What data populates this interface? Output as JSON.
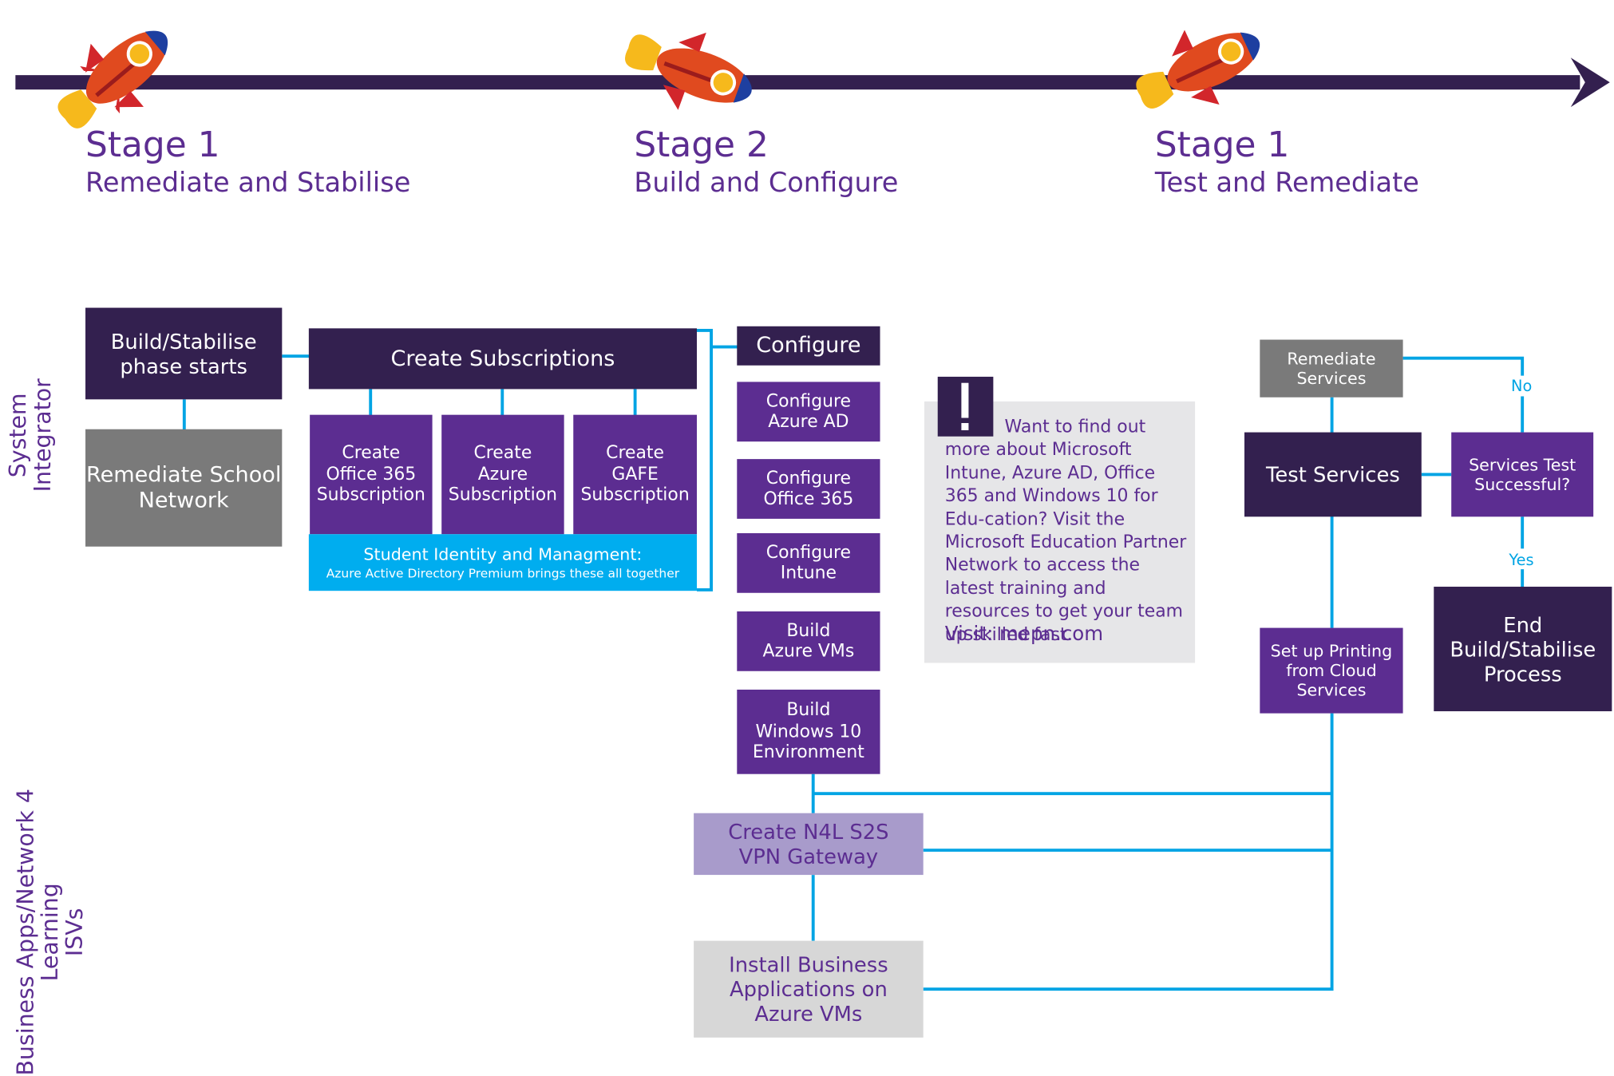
{
  "colors": {
    "dark_purple": "#33204f",
    "purple": "#5c2d91",
    "gray": "#7a7a7a",
    "lavender": "#a89bcb",
    "light_gray": "#d7d7d7",
    "cyan": "#00adef",
    "connector": "#00a4e4",
    "timeline": "#33204f"
  },
  "timeline": {
    "icon": "rocket-icon",
    "stages": [
      {
        "title": "Stage 1",
        "subtitle": "Remediate and Stabilise"
      },
      {
        "title": "Stage 2",
        "subtitle": "Build and Configure"
      },
      {
        "title": "Stage 1",
        "subtitle": "Test and Remediate"
      }
    ]
  },
  "lanes": {
    "system_integrator": "System\nIntegrator",
    "business_apps": "Business Apps/Network 4\nLearning\nISVs"
  },
  "nodes": {
    "build_start": "Build/Stabilise\nphase starts",
    "remediate_network": "Remediate School\nNetwork",
    "create_subs": "Create Subscriptions",
    "create_o365": "Create\nOffice 365\nSubscription",
    "create_azure": "Create\nAzure\nSubscription",
    "create_gafe": "Create\nGAFE\nSubscription",
    "student_identity": "Student Identity and Managment:",
    "student_identity_sub": "Azure Active Directory Premium brings these all together",
    "configure": "Configure",
    "configure_azure_ad": "Configure\nAzure AD",
    "configure_o365": "Configure\nOffice 365",
    "configure_intune": "Configure\nIntune",
    "build_azure_vms": "Build\nAzure VMs",
    "build_win10": "Build\nWindows 10\nEnvironment",
    "create_n4l": "Create N4L S2S\nVPN Gateway",
    "install_apps": "Install Business\nApplications on\nAzure VMs",
    "remediate_services": "Remediate\nServices",
    "test_services": "Test Services",
    "services_test": "Services Test\nSuccessful?",
    "printing": "Set up Printing\nfrom Cloud\nServices",
    "end_process": "End\nBuild/Stabilise\nProcess"
  },
  "edge_labels": {
    "no": "No",
    "yes": "Yes"
  },
  "note": {
    "icon": "exclamation-icon",
    "text": "Want to find out more about Microsoft Intune, Azure AD, Office 365 and Windows 10 for Edu-cation? Visit the Microsoft Education Partner Network to access the latest training and resources to get your team up skilled fast.",
    "visit": "Visit: mepn.com"
  }
}
